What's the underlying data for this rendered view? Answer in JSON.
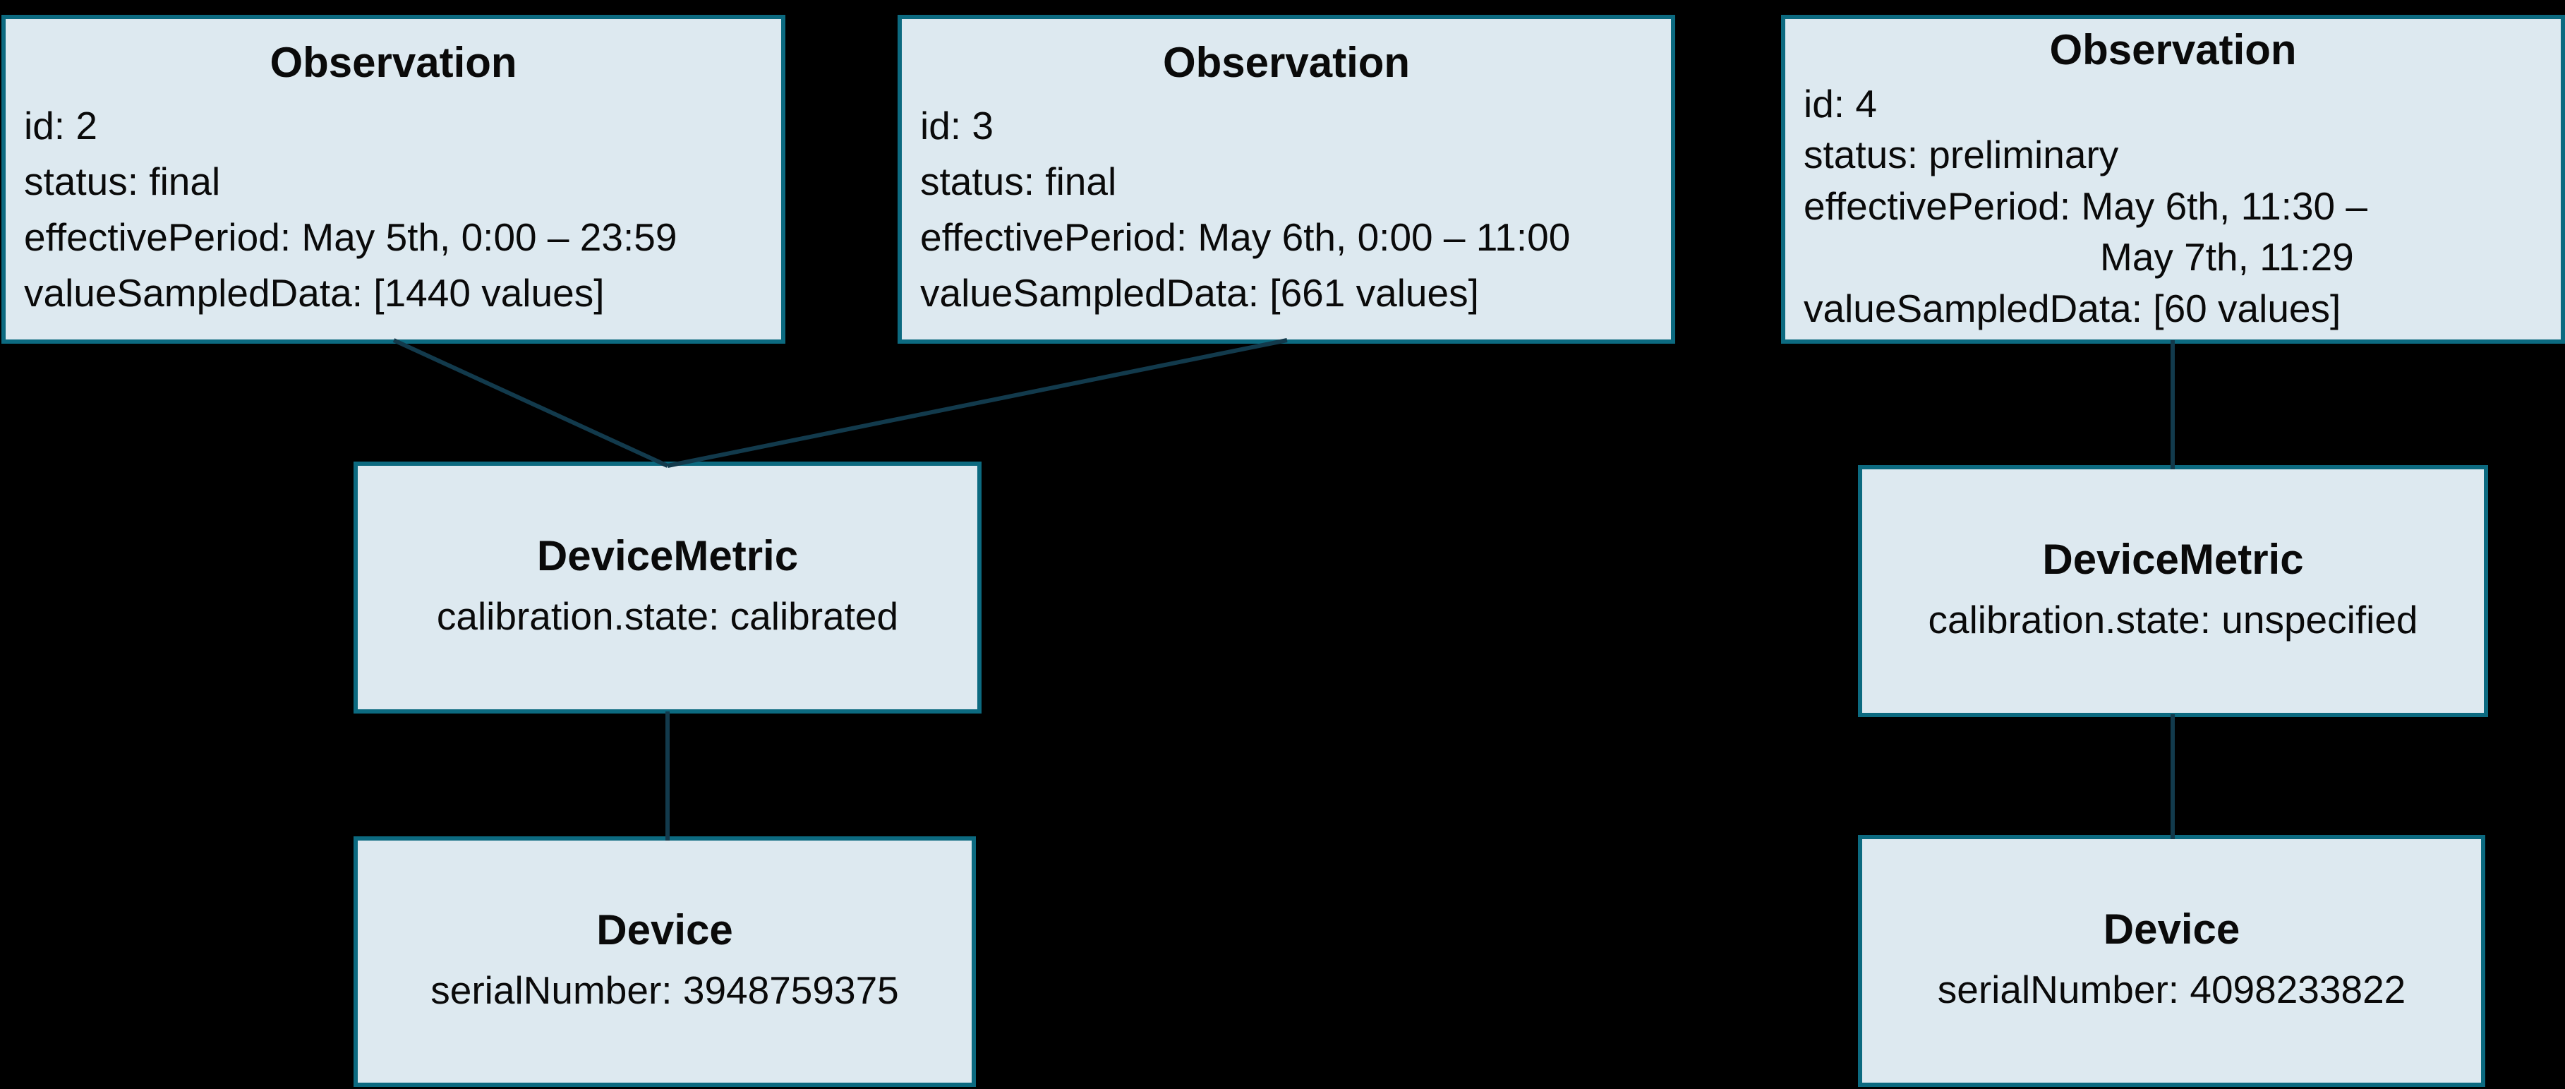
{
  "diagram": {
    "background_color": "#000000",
    "node_fill_color": "#dde9f0",
    "node_border_color": "#0c6a80",
    "connector_color": "#123a4c",
    "text_color": "#0a0a0a"
  },
  "nodes": {
    "observation1": {
      "title": "Observation",
      "fields": [
        "id: 2",
        "status: final",
        "effectivePeriod: May 5th, 0:00 – 23:59",
        "valueSampledData: [1440 values]"
      ]
    },
    "observation2": {
      "title": "Observation",
      "fields": [
        "id: 3",
        "status: final",
        "effectivePeriod: May 6th, 0:00 – 11:00",
        "valueSampledData: [661 values]"
      ]
    },
    "observation3": {
      "title": "Observation",
      "fields": [
        "id: 4",
        "status: preliminary",
        "effectivePeriod: May 6th, 11:30 –",
        "May 7th, 11:29",
        "valueSampledData: [60 values]"
      ]
    },
    "devicemetric1": {
      "title": "DeviceMetric",
      "fields": [
        "calibration.state: calibrated"
      ]
    },
    "devicemetric2": {
      "title": "DeviceMetric",
      "fields": [
        "calibration.state: unspecified"
      ]
    },
    "device1": {
      "title": "Device",
      "fields": [
        "serialNumber: 3948759375"
      ]
    },
    "device2": {
      "title": "Device",
      "fields": [
        "serialNumber: 4098233822"
      ]
    }
  }
}
